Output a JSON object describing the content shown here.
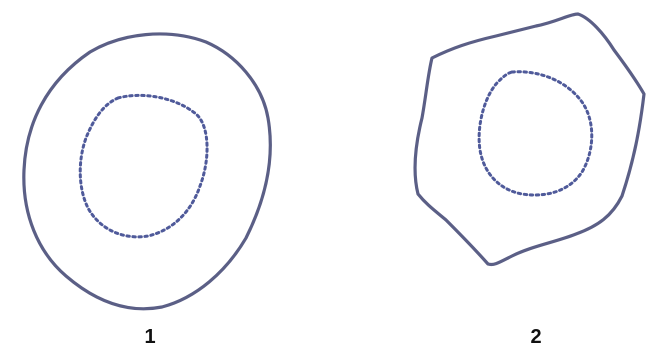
{
  "figure": {
    "shapes": [
      {
        "id": "cell-1",
        "label": "1",
        "outline": "round",
        "nucleus": "dotted-circle"
      },
      {
        "id": "cell-2",
        "label": "2",
        "outline": "polygonal",
        "nucleus": "dotted-circle"
      }
    ],
    "colors": {
      "outline": "#5b5f86",
      "nucleus": "#4f5a9a",
      "label": "#111111",
      "background": "#ffffff"
    }
  }
}
